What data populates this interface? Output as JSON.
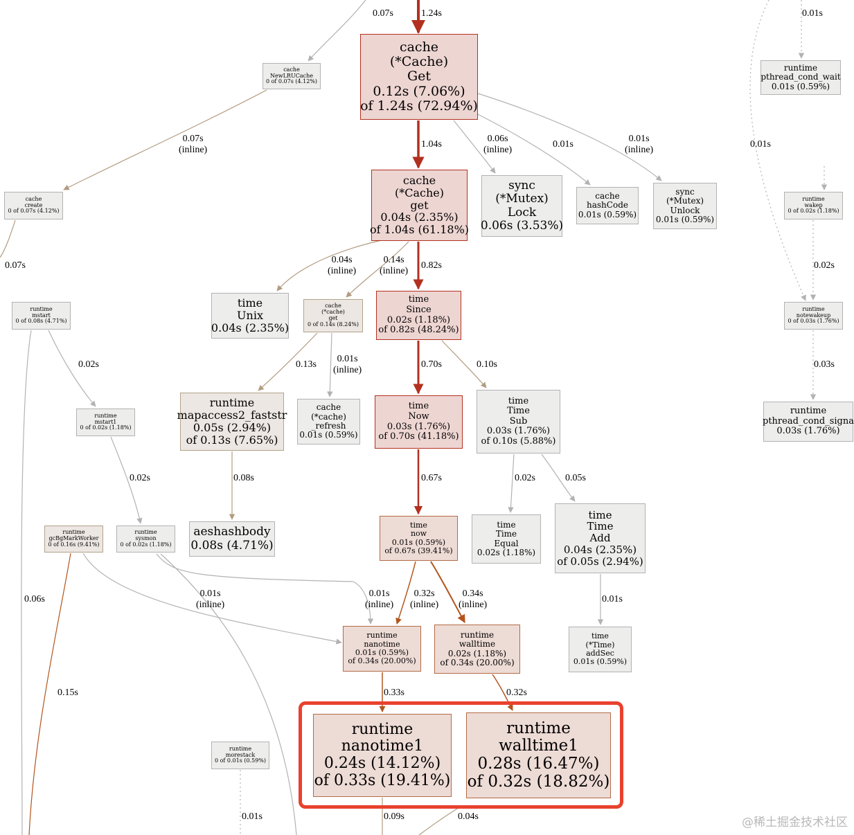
{
  "colors": {
    "hot_fill": "#edd5d2",
    "hot_border": "#b2301f",
    "warm_fill": "#eddbd5",
    "warm_border": "#b36a47",
    "mid_fill": "#ece7e2",
    "mid_border": "#b2a28a",
    "cold_fill": "#ededec",
    "cold_border": "#b2b2b2",
    "hot_edge": "#b2301f",
    "warm_edge": "#b2541c",
    "mid_edge": "#b29b80",
    "cold_edge": "#b2b2b2",
    "highlight": "#e8422e"
  },
  "nodes": {
    "cache_get": [
      "cache",
      "(*Cache)",
      "Get",
      "0.12s (7.06%)",
      "of 1.24s (72.94%)"
    ],
    "newlru": [
      "cache",
      "NewLRUCache",
      "0 of 0.07s (4.12%)"
    ],
    "cache_create": [
      "cache",
      "create",
      "0 of 0.07s (4.12%)"
    ],
    "pthread_cond_wait": [
      "runtime",
      "pthread_cond_wait",
      "0.01s (0.59%)"
    ],
    "cache_get_inner": [
      "cache",
      "(*Cache)",
      "get",
      "0.04s (2.35%)",
      "of 1.04s (61.18%)"
    ],
    "mutex_lock": [
      "sync",
      "(*Mutex)",
      "Lock",
      "0.06s (3.53%)"
    ],
    "hashcode": [
      "cache",
      "hashCode",
      "0.01s (0.59%)"
    ],
    "mutex_unlock": [
      "sync",
      "(*Mutex)",
      "Unlock",
      "0.01s (0.59%)"
    ],
    "wakep": [
      "runtime",
      "wakep",
      "0 of 0.02s (1.18%)"
    ],
    "mstart": [
      "runtime",
      "mstart",
      "0 of 0.08s (4.71%)"
    ],
    "time_unix": [
      "time",
      "Unix",
      "0.04s (2.35%)"
    ],
    "cache_get_small": [
      "cache",
      "(*cache)",
      "get",
      "0 of 0.14s (8.24%)"
    ],
    "time_since": [
      "time",
      "Since",
      "0.02s (1.18%)",
      "of 0.82s (48.24%)"
    ],
    "notewakeup": [
      "runtime",
      "notewakeup",
      "0 of 0.03s (1.76%)"
    ],
    "mstart1": [
      "runtime",
      "mstart1",
      "0 of 0.02s (1.18%)"
    ],
    "mapaccess2": [
      "runtime",
      "mapaccess2_faststr",
      "0.05s (2.94%)",
      "of 0.13s (7.65%)"
    ],
    "cache_refresh": [
      "cache",
      "(*cache)",
      "_refresh",
      "0.01s (0.59%)"
    ],
    "time_now": [
      "time",
      "Now",
      "0.03s (1.76%)",
      "of 0.70s (41.18%)"
    ],
    "time_sub": [
      "time",
      "Time",
      "Sub",
      "0.03s (1.76%)",
      "of 0.10s (5.88%)"
    ],
    "pthread_cond_signal": [
      "runtime",
      "pthread_cond_signa",
      "0.03s (1.76%)"
    ],
    "aeshashbody": [
      "aeshashbody",
      "0.08s (4.71%)"
    ],
    "time_now_lower": [
      "time",
      "now",
      "0.01s (0.59%)",
      "of 0.67s (39.41%)"
    ],
    "time_equal": [
      "time",
      "Time",
      "Equal",
      "0.02s (1.18%)"
    ],
    "time_add": [
      "time",
      "Time",
      "Add",
      "0.04s (2.35%)",
      "of 0.05s (2.94%)"
    ],
    "gcbg": [
      "runtime",
      "gcBgMarkWorker",
      "0 of 0.16s (9.41%)"
    ],
    "sysmon": [
      "runtime",
      "sysmon",
      "0 of 0.02s (1.18%)"
    ],
    "nanotime": [
      "runtime",
      "nanotime",
      "0.01s (0.59%)",
      "of 0.34s (20.00%)"
    ],
    "walltime": [
      "runtime",
      "walltime",
      "0.02s (1.18%)",
      "of 0.34s (20.00%)"
    ],
    "addsec": [
      "time",
      "(*Time)",
      "addSec",
      "0.01s (0.59%)"
    ],
    "nanotime1": [
      "runtime",
      "nanotime1",
      "0.24s (14.12%)",
      "of 0.33s (19.41%)"
    ],
    "walltime1": [
      "runtime",
      "walltime1",
      "0.28s (16.47%)",
      "of 0.32s (18.82%)"
    ],
    "morestack": [
      "runtime",
      "morestack",
      "0 of 0.01s (0.59%)"
    ]
  },
  "edge_labels": {
    "top_newlru": [
      "0.07s"
    ],
    "top_cacheget": [
      "1.24s"
    ],
    "top_pthread": [
      "0.01s"
    ],
    "newlru_create": [
      "0.07s",
      "(inline)"
    ],
    "get_inner": [
      "1.04s"
    ],
    "get_mutex": [
      "0.06s",
      "(inline)"
    ],
    "get_hash": [
      "0.01s"
    ],
    "get_unlock": [
      "0.01s",
      "(inline)"
    ],
    "dotted_wakep": [
      "0.01s"
    ],
    "create_out": [
      "0.07s"
    ],
    "inner_unix": [
      "0.04s",
      "(inline)"
    ],
    "inner_small": [
      "0.14s",
      "(inline)"
    ],
    "inner_since": [
      "0.82s"
    ],
    "wakep_notewakeup": [
      "0.02s"
    ],
    "mstart_mstart1": [
      "0.02s"
    ],
    "small_mapaccess": [
      "0.13s"
    ],
    "small_refresh": [
      "0.01s",
      "(inline)"
    ],
    "since_now": [
      "0.70s"
    ],
    "since_sub": [
      "0.10s"
    ],
    "notewakeup_signal": [
      "0.03s"
    ],
    "mstart1_sysmon": [
      "0.02s"
    ],
    "mapaccess_aes": [
      "0.08s"
    ],
    "now_lower": [
      "0.67s"
    ],
    "sub_equal": [
      "0.02s"
    ],
    "sub_add": [
      "0.05s"
    ],
    "mstart_out": [
      "0.06s"
    ],
    "sysmon_nanotime": [
      "0.01s",
      "(inline)"
    ],
    "lower_nanotime_a": [
      "0.01s",
      "(inline)"
    ],
    "lower_nanotime_b": [
      "0.32s",
      "(inline)"
    ],
    "lower_walltime": [
      "0.34s",
      "(inline)"
    ],
    "add_addsec": [
      "0.01s"
    ],
    "gcbg_out": [
      "0.15s"
    ],
    "nanotime_nanotime1": [
      "0.33s"
    ],
    "walltime_walltime1": [
      "0.32s"
    ],
    "morestack_out": [
      "0.01s"
    ],
    "nanotime1_out": [
      "0.09s"
    ],
    "walltime1_out": [
      "0.04s"
    ]
  },
  "watermark": "@稀土掘金技术社区"
}
